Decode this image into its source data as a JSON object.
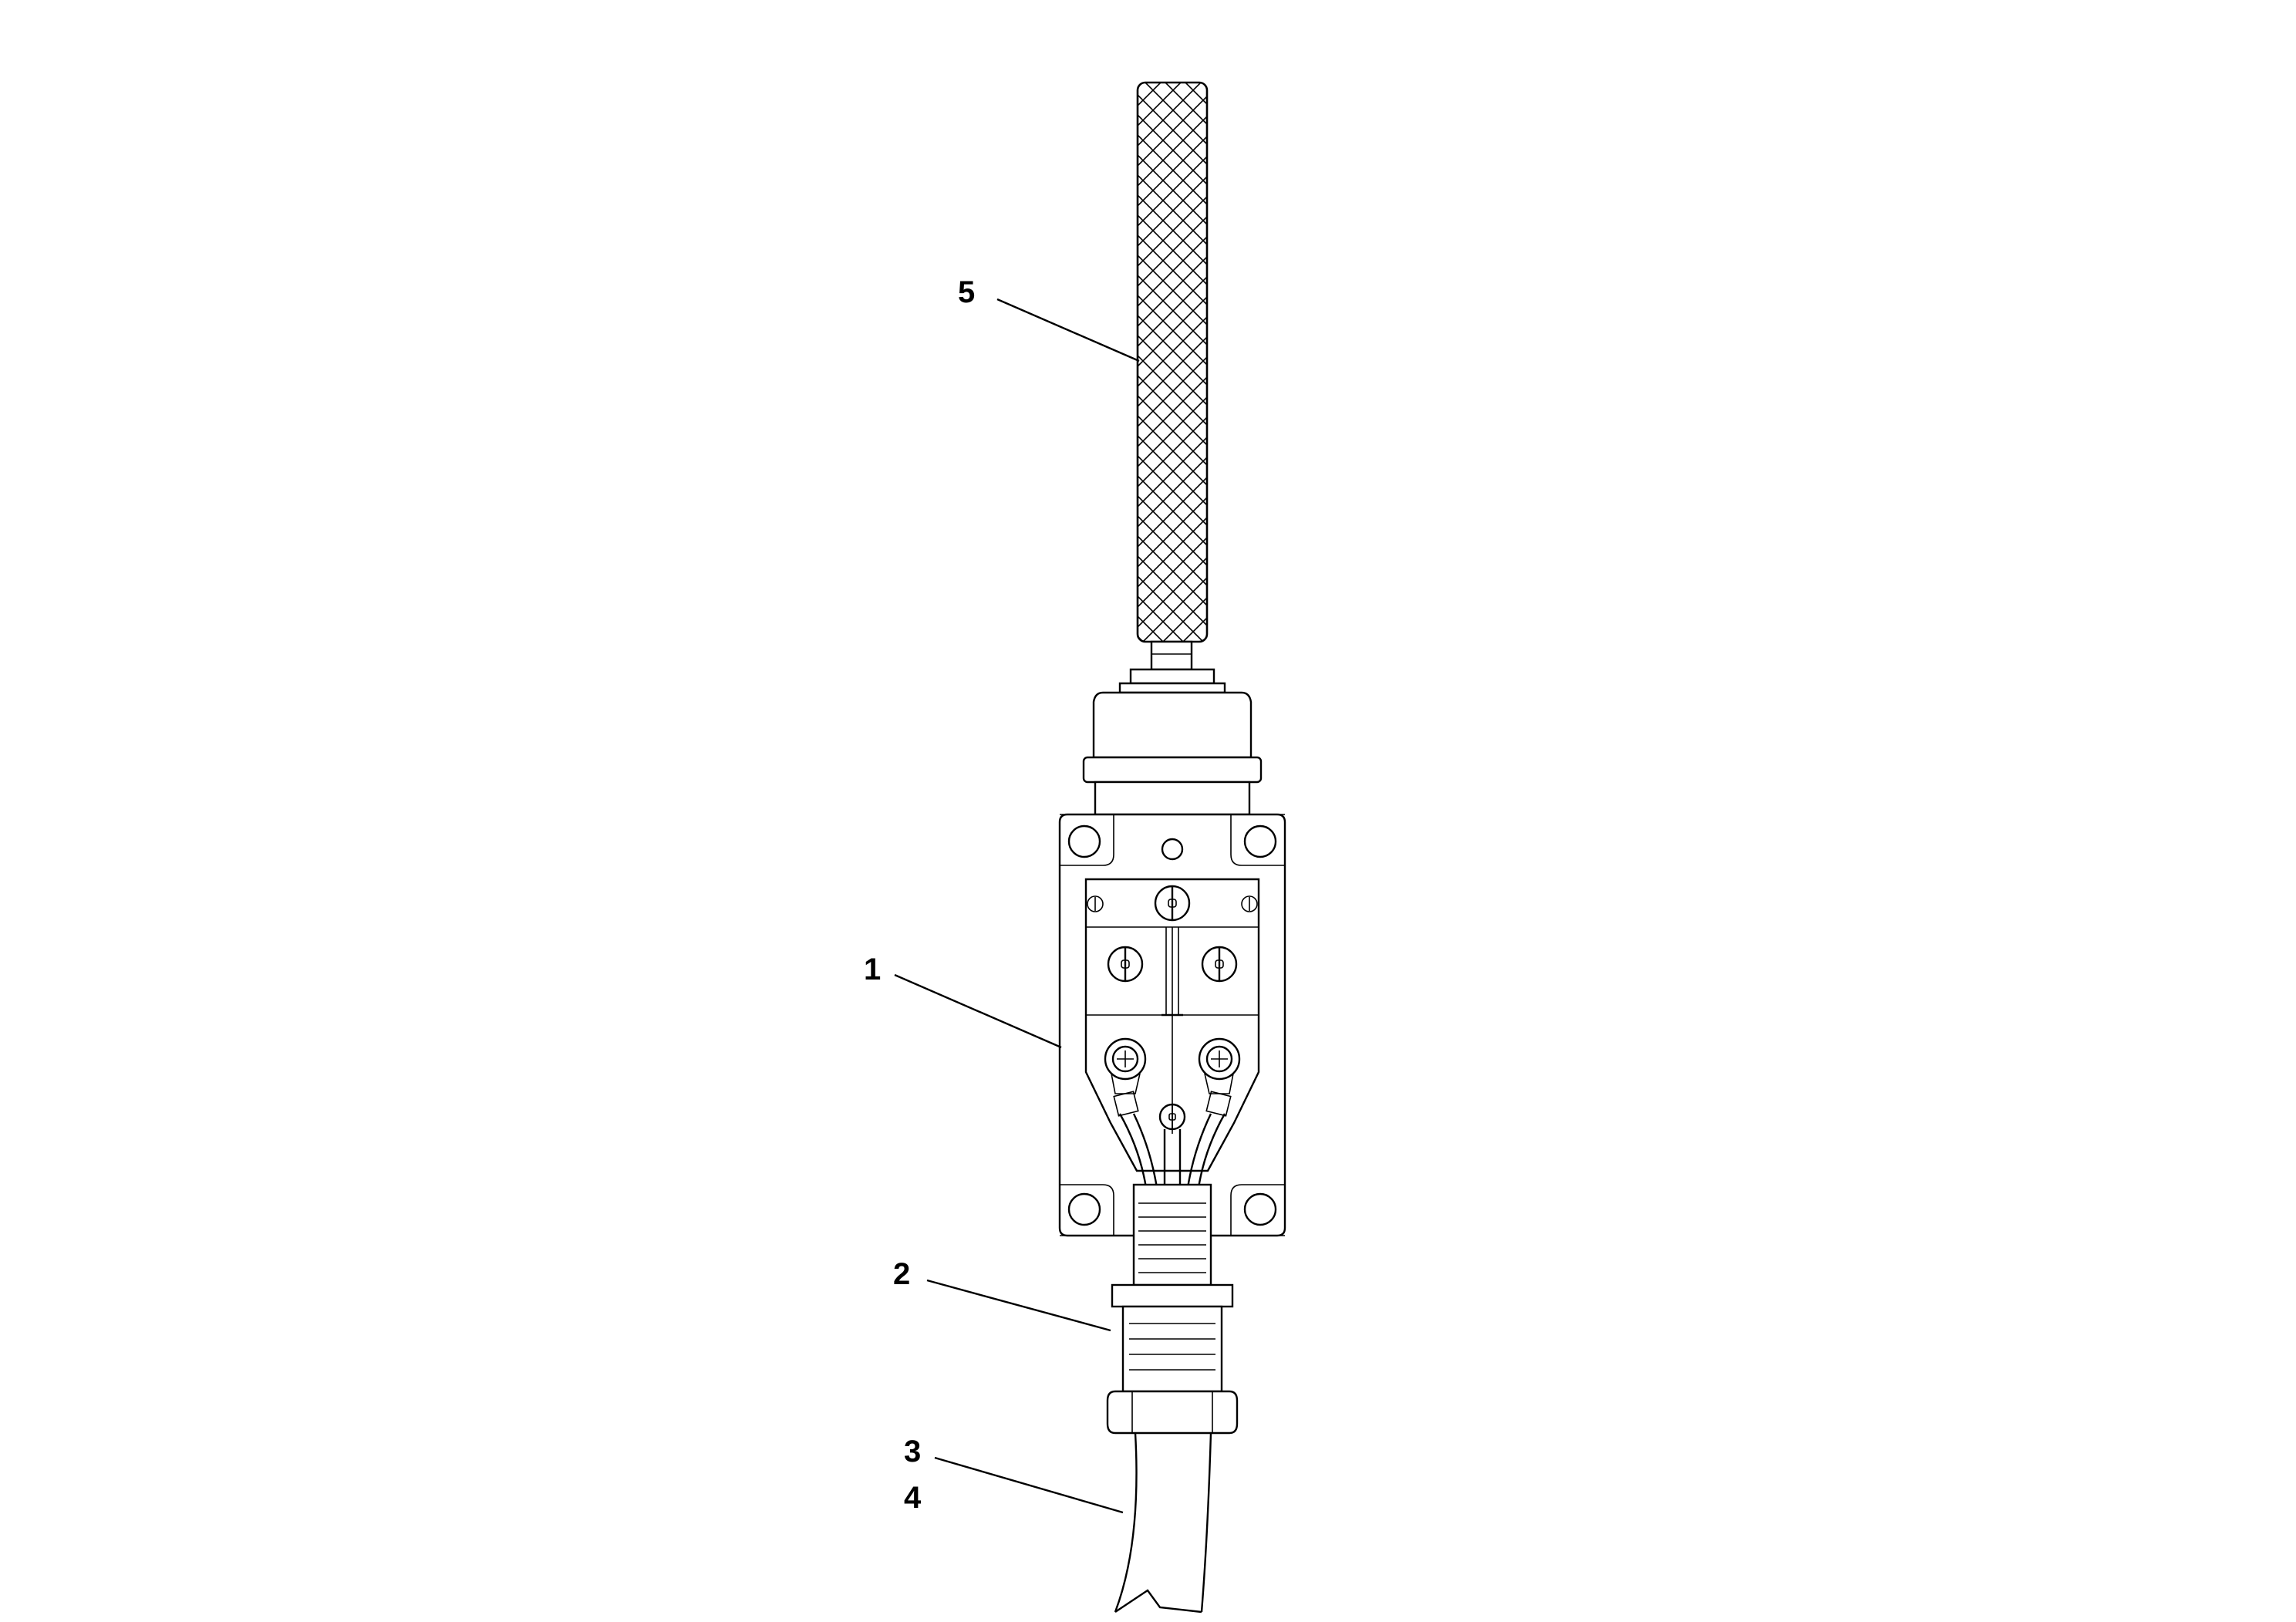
{
  "callouts": [
    {
      "id": "5",
      "label": "5"
    },
    {
      "id": "1",
      "label": "1"
    },
    {
      "id": "2",
      "label": "2"
    },
    {
      "id": "3",
      "label": "3"
    },
    {
      "id": "4",
      "label": "4"
    }
  ],
  "colors": {
    "ink": "#000000",
    "background": "#ffffff"
  }
}
